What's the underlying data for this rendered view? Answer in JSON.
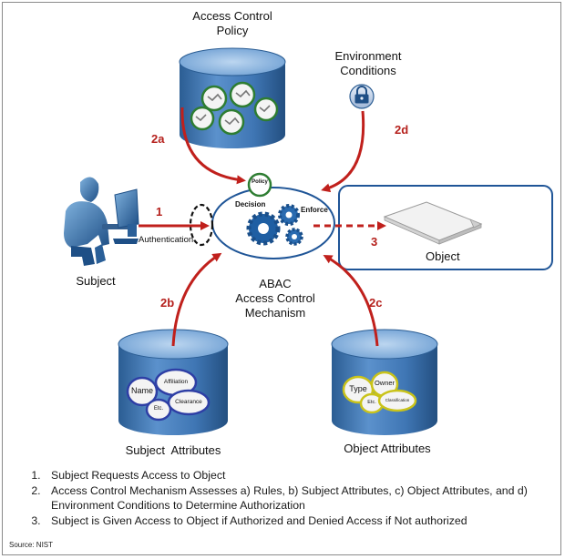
{
  "policy_store": {
    "title_line1": "Access Control",
    "title_line2": "Policy"
  },
  "environment": {
    "title_line1": "Environment",
    "title_line2": "Conditions",
    "icon": "padlock-icon"
  },
  "subject": {
    "label": "Subject",
    "icon": "user-at-computer-icon"
  },
  "mechanism": {
    "policy_label": "Policy",
    "decision_label": "Decision",
    "enforce_label": "Enforce",
    "title_line1": "ABAC",
    "title_line2": "Access Control",
    "title_line3": "Mechanism",
    "icon": "gears-icon"
  },
  "object": {
    "label": "Object",
    "icon": "document-icon"
  },
  "steps": {
    "s1": "1",
    "s1_caption": "Authentication",
    "s2a": "2a",
    "s2b": "2b",
    "s2c": "2c",
    "s2d": "2d",
    "s3": "3"
  },
  "subject_attributes": {
    "title": "Subject  Attributes",
    "items": [
      "Name",
      "Affiliation",
      "Etc.",
      "Clearance"
    ]
  },
  "object_attributes": {
    "title": "Object Attributes",
    "items": [
      "Type",
      "Owner",
      "Etc.",
      "Classification"
    ]
  },
  "legend": [
    "Subject Requests Access to Object",
    "Access Control Mechanism Assesses a) Rules, b) Subject Attributes, c) Object Attributes, and d) Environment Conditions to Determine Authorization",
    "Subject is Given Access to Object if Authorized and Denied Access if Not authorized"
  ],
  "source": "Source: NIST",
  "colors": {
    "arrow_red": "#c0201c",
    "cylinder_blue": "#3a73b0",
    "mechanism_blue": "#1f5597",
    "policy_green": "#2e7d32",
    "object_yellow": "#c9c31a"
  }
}
